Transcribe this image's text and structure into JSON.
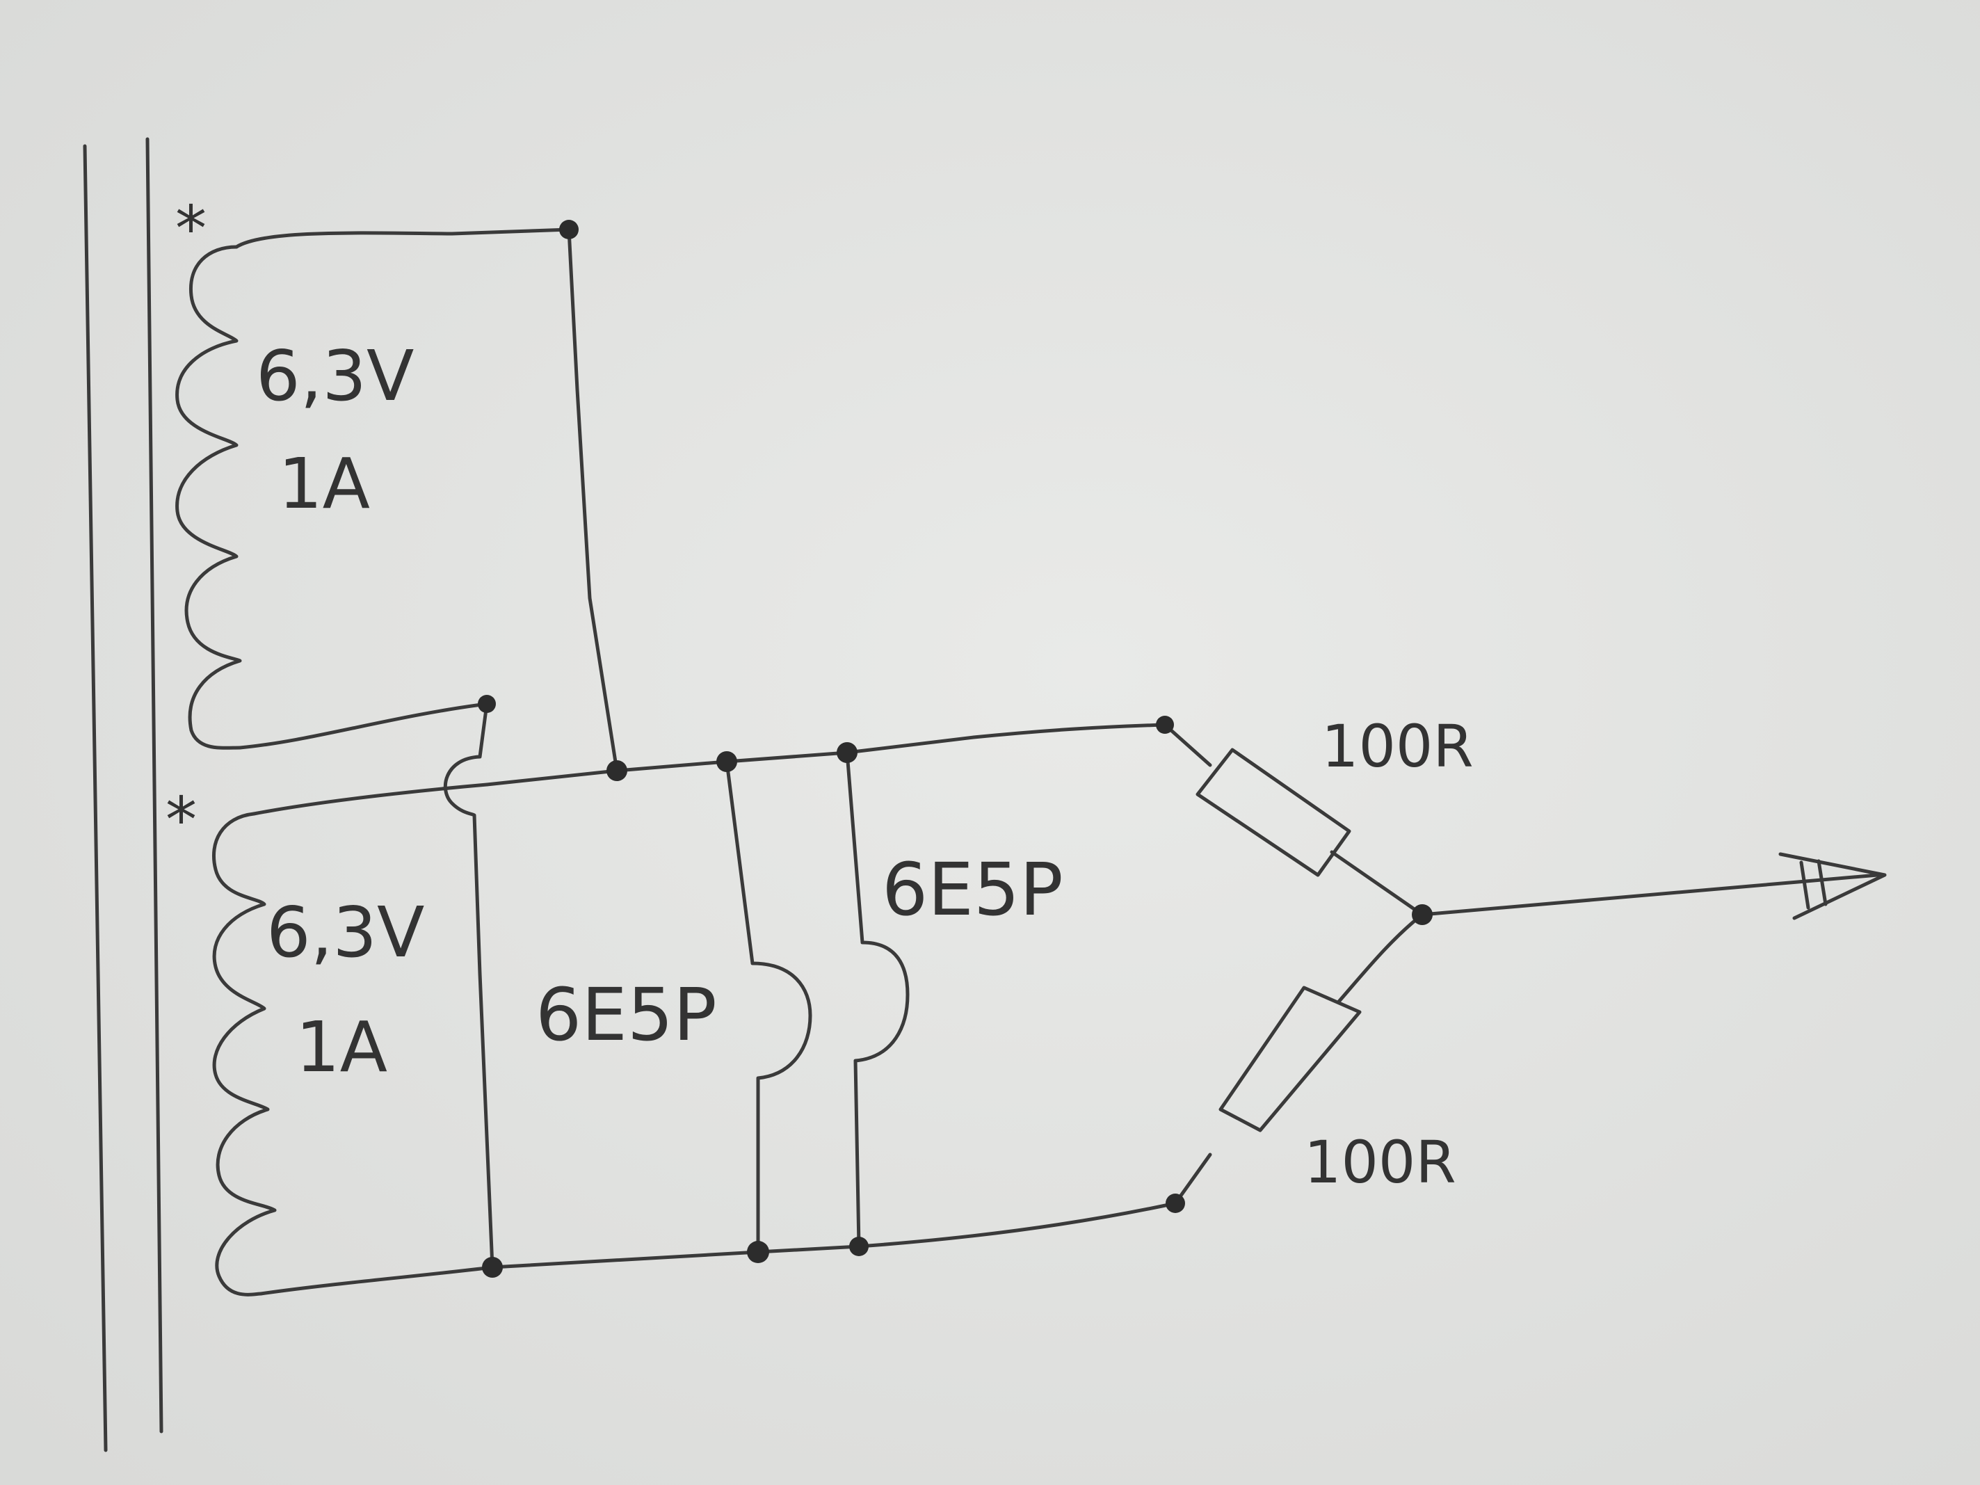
{
  "diagram": {
    "marks": {
      "winding_top_star": "*",
      "winding_bottom_star": "*"
    },
    "labels": {
      "winding_top_voltage": "6,3V",
      "winding_top_current": "1A",
      "winding_bottom_voltage": "6,3V",
      "winding_bottom_current": "1A",
      "tube_left": "6E5P",
      "tube_right": "6E5P",
      "resistor_top": "100R",
      "resistor_bottom": "100R"
    },
    "colors": {
      "paper": "#e4e5e3",
      "pencil": "#3a3a3a"
    }
  }
}
